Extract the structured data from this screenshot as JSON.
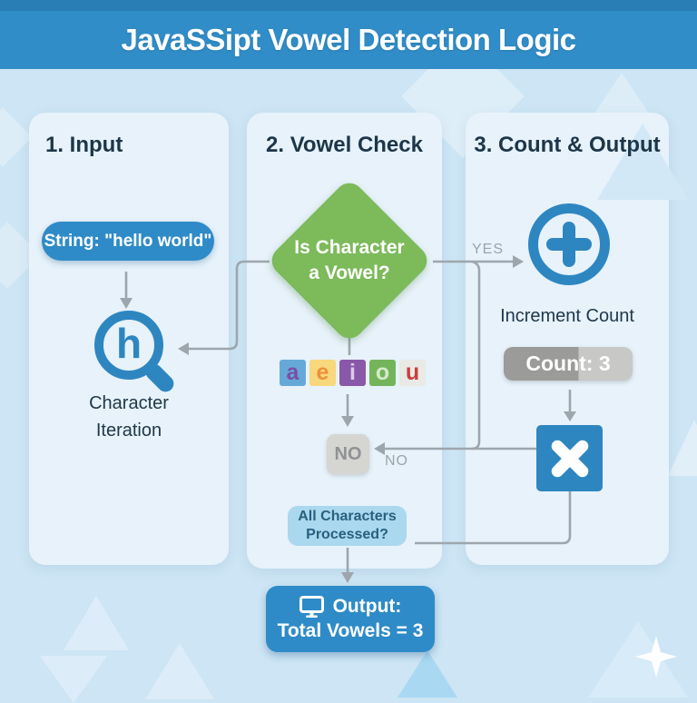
{
  "title": "JavaSSipt Vowel Detection Logic",
  "columns": {
    "input": {
      "heading": "1. Input",
      "string_pill": "String: \"hello world\"",
      "magnifier_char": "h",
      "iteration_label": "Character\nIteration"
    },
    "vowel_check": {
      "heading": "2. Vowel Check",
      "diamond_question": "Is Character\na Vowel?",
      "vowel_tiles": [
        {
          "letter": "a",
          "bg": "#66a9d9",
          "fg": "#7b4ea5"
        },
        {
          "letter": "e",
          "bg": "#f8d87c",
          "fg": "#ee8e3b"
        },
        {
          "letter": "i",
          "bg": "#8a58a8",
          "fg": "#dccbeb"
        },
        {
          "letter": "o",
          "bg": "#74b55b",
          "fg": "#d6e9cb"
        },
        {
          "letter": "u",
          "bg": "#e9e9e5",
          "fg": "#c6403d"
        }
      ],
      "no_box": "NO",
      "all_chars_box": "All Characters\nProcessed?"
    },
    "count_output": {
      "heading": "3. Count & Output",
      "increment_label": "Increment Count",
      "count_badge": "Count: 3"
    }
  },
  "edges": {
    "yes_label": "YES",
    "no_label": "NO"
  },
  "output_box": {
    "line1": "Output:",
    "line2": "Total Vowels = 3"
  },
  "colors": {
    "header_blue": "#318dc7",
    "accent_blue": "#2e8bc7",
    "icon_blue": "#2e86c1",
    "diamond_green": "#7cba5a",
    "background": "#cde5f4",
    "panel": "#e7f2fa",
    "line_gray": "#9da6ad",
    "no_box_gray": "#d5d5d2",
    "allchars_blue": "#aad8ee",
    "badge_dark": "#9b9b99",
    "badge_light": "#c8c8c6"
  }
}
